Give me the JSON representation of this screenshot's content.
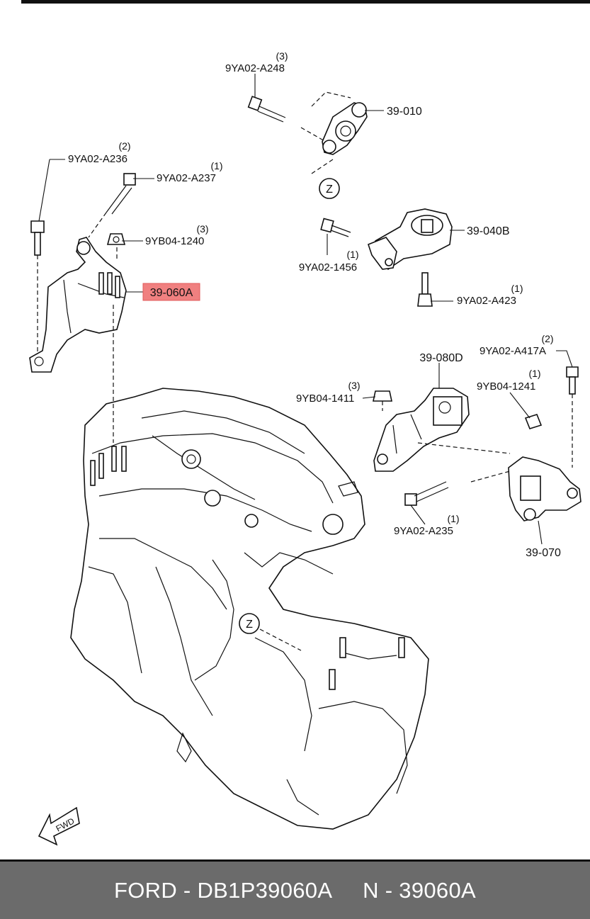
{
  "parts": [
    {
      "id": "p1",
      "code": "9YA02-A248",
      "qty": "(3)"
    },
    {
      "id": "p2",
      "code": "39-010",
      "qty": ""
    },
    {
      "id": "p3",
      "code": "9YA02-A236",
      "qty": "(2)"
    },
    {
      "id": "p4",
      "code": "9YA02-A237",
      "qty": "(1)"
    },
    {
      "id": "p5",
      "code": "9YB04-1240",
      "qty": "(3)"
    },
    {
      "id": "p6",
      "code": "39-060A",
      "qty": "",
      "highlight": true
    },
    {
      "id": "p7",
      "code": "39-040B",
      "qty": ""
    },
    {
      "id": "p8",
      "code": "9YA02-1456",
      "qty": "(1)"
    },
    {
      "id": "p9",
      "code": "9YA02-A423",
      "qty": "(1)"
    },
    {
      "id": "p10",
      "code": "39-080D",
      "qty": ""
    },
    {
      "id": "p11",
      "code": "9YB04-1411",
      "qty": "(3)"
    },
    {
      "id": "p12",
      "code": "9YA02-A417A",
      "qty": "(2)"
    },
    {
      "id": "p13",
      "code": "9YB04-1241",
      "qty": "(1)"
    },
    {
      "id": "p14",
      "code": "9YA02-A235",
      "qty": "(1)"
    },
    {
      "id": "p15",
      "code": "39-070",
      "qty": ""
    }
  ],
  "markers": {
    "z_top": "Z",
    "z_bottom": "Z"
  },
  "direction_arrow": "FWD",
  "colors": {
    "highlight_fill": "#f08080",
    "highlight_border": "#e05a5a",
    "footer_bg": "#6b6b6b"
  },
  "footer": {
    "text": "FORD - DB1P39060A     N - 39060A"
  }
}
